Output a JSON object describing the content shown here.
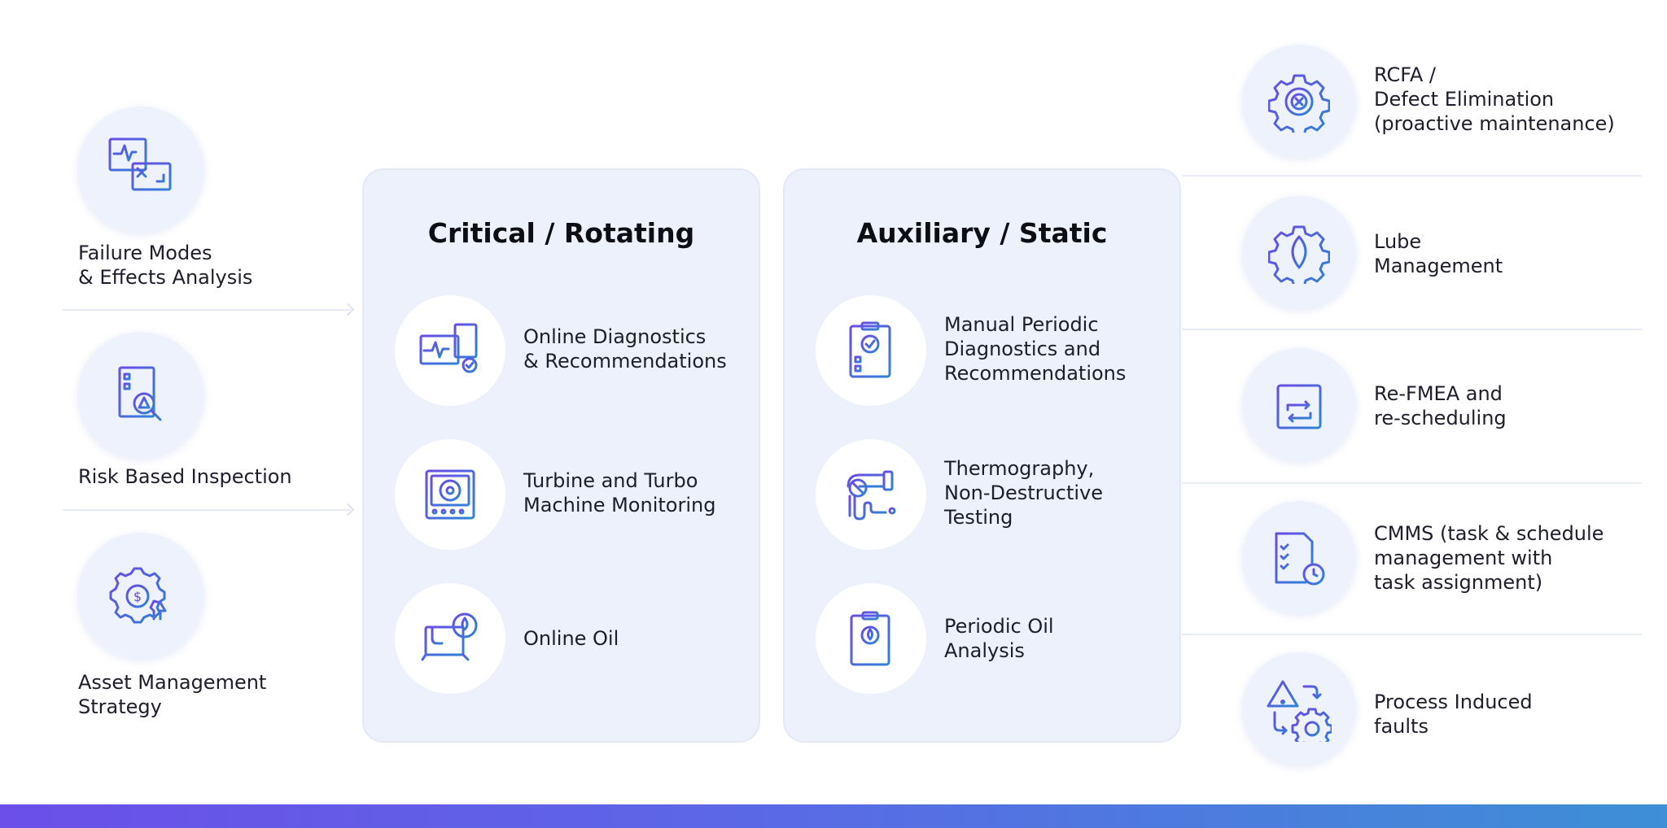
{
  "left": [
    {
      "label": "Failure Modes\n& Effects Analysis",
      "icon": "fmea-monitor-icon"
    },
    {
      "label": "Risk Based Inspection",
      "icon": "risk-inspection-icon"
    },
    {
      "label": "Asset Management\nStrategy",
      "icon": "asset-strategy-icon"
    }
  ],
  "cards": [
    {
      "title": "Critical / Rotating",
      "items": [
        {
          "label": "Online Diagnostics\n& Recommendations",
          "icon": "online-diagnostics-icon"
        },
        {
          "label": "Turbine and Turbo\nMachine Monitoring",
          "icon": "turbine-monitor-icon"
        },
        {
          "label": "Online Oil",
          "icon": "online-oil-icon"
        }
      ]
    },
    {
      "title": "Auxiliary / Static",
      "items": [
        {
          "label": "Manual Periodic\nDiagnostics and\nRecommendations",
          "icon": "clipboard-diagnostics-icon"
        },
        {
          "label": "Thermography,\nNon-Destructive\nTesting",
          "icon": "thermography-icon"
        },
        {
          "label": "Periodic Oil\nAnalysis",
          "icon": "oil-analysis-icon"
        }
      ]
    }
  ],
  "right": [
    {
      "label": "RCFA /\nDefect Elimination\n(proactive maintenance)",
      "icon": "gear-x-icon"
    },
    {
      "label": "Lube\nManagement",
      "icon": "gear-drop-icon"
    },
    {
      "label": "Re-FMEA and\nre-scheduling",
      "icon": "calendar-reschedule-icon"
    },
    {
      "label": "CMMS (task & schedule\nmanagement with\ntask assignment)",
      "icon": "task-schedule-icon"
    },
    {
      "label": "Process Induced\nfaults",
      "icon": "warning-gear-icon"
    }
  ],
  "colors": {
    "icon_stroke": "#5a4fe0",
    "icon_accent": "#3b7fd8",
    "card_bg": "#edf1fc",
    "bar_start": "#6b4fe8",
    "bar_end": "#3d8fd6"
  }
}
